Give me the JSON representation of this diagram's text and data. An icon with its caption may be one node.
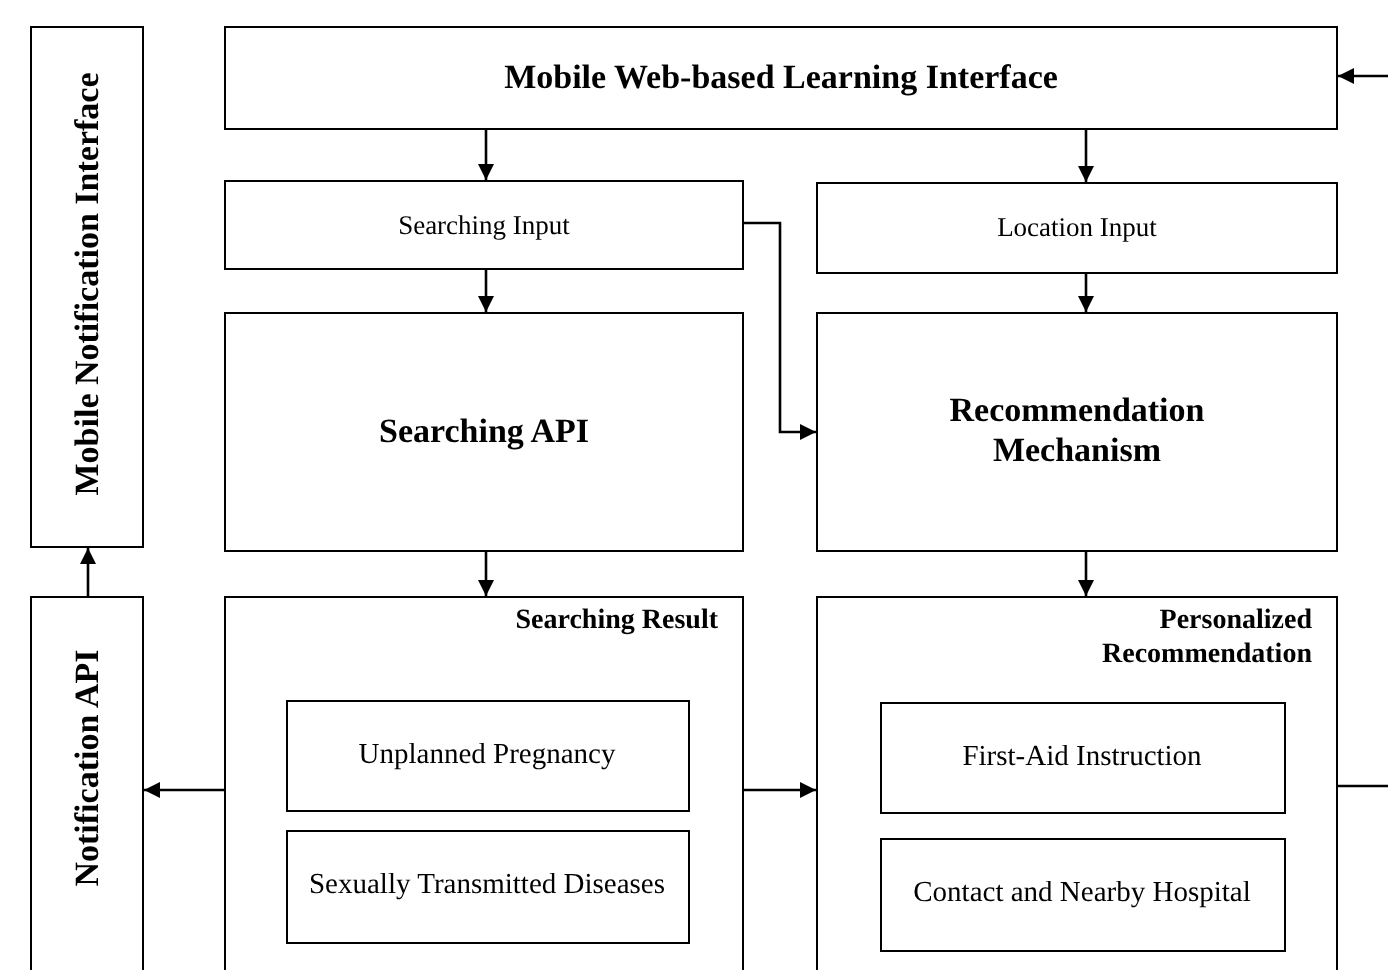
{
  "diagram": {
    "nodes": [
      {
        "text": [
          "Mobile Notification Interface"
        ]
      },
      {
        "text": [
          "Notification API"
        ]
      },
      {
        "text": [
          "Mobile Web-based Learning Interface"
        ]
      },
      {
        "text": [
          "Searching Input"
        ]
      },
      {
        "text": [
          "Location Input"
        ]
      },
      {
        "text": [
          "Searching API"
        ]
      },
      {
        "text": [
          "Recommendation Mechanism"
        ]
      },
      {
        "text": [
          "Searching Result"
        ]
      },
      {
        "text": [
          "Unplanned Pregnancy"
        ],
        "in": 7
      },
      {
        "text": [
          "Sexually Transmitted Diseases"
        ],
        "in": 7
      },
      {
        "text": [
          "Personalized Recommendation"
        ]
      },
      {
        "text": [
          "First-Aid Instruction"
        ],
        "in": 10
      },
      {
        "text": [
          "Contact and Nearby Hospital"
        ],
        "in": 10
      }
    ],
    "edges": [
      {
        "from": 2,
        "to": 3,
        "arrow": "to"
      },
      {
        "from": 2,
        "to": 4,
        "arrow": "to"
      },
      {
        "from": 3,
        "to": 5,
        "arrow": "to"
      },
      {
        "from": 3,
        "to": 6,
        "arrow": "to"
      },
      {
        "from": 4,
        "to": 6,
        "arrow": "to"
      },
      {
        "from": 5,
        "to": 7,
        "arrow": "to"
      },
      {
        "from": 6,
        "to": 10,
        "arrow": "to"
      },
      {
        "from": 7,
        "to": 1,
        "arrow": "to"
      },
      {
        "from": 7,
        "to": 10,
        "arrow": "to"
      },
      {
        "from": 1,
        "to": 0,
        "arrow": "to"
      },
      {
        "from": null,
        "to": 2,
        "arrow": "to"
      },
      {
        "from": 10,
        "to": null,
        "arrow": "none"
      }
    ]
  }
}
